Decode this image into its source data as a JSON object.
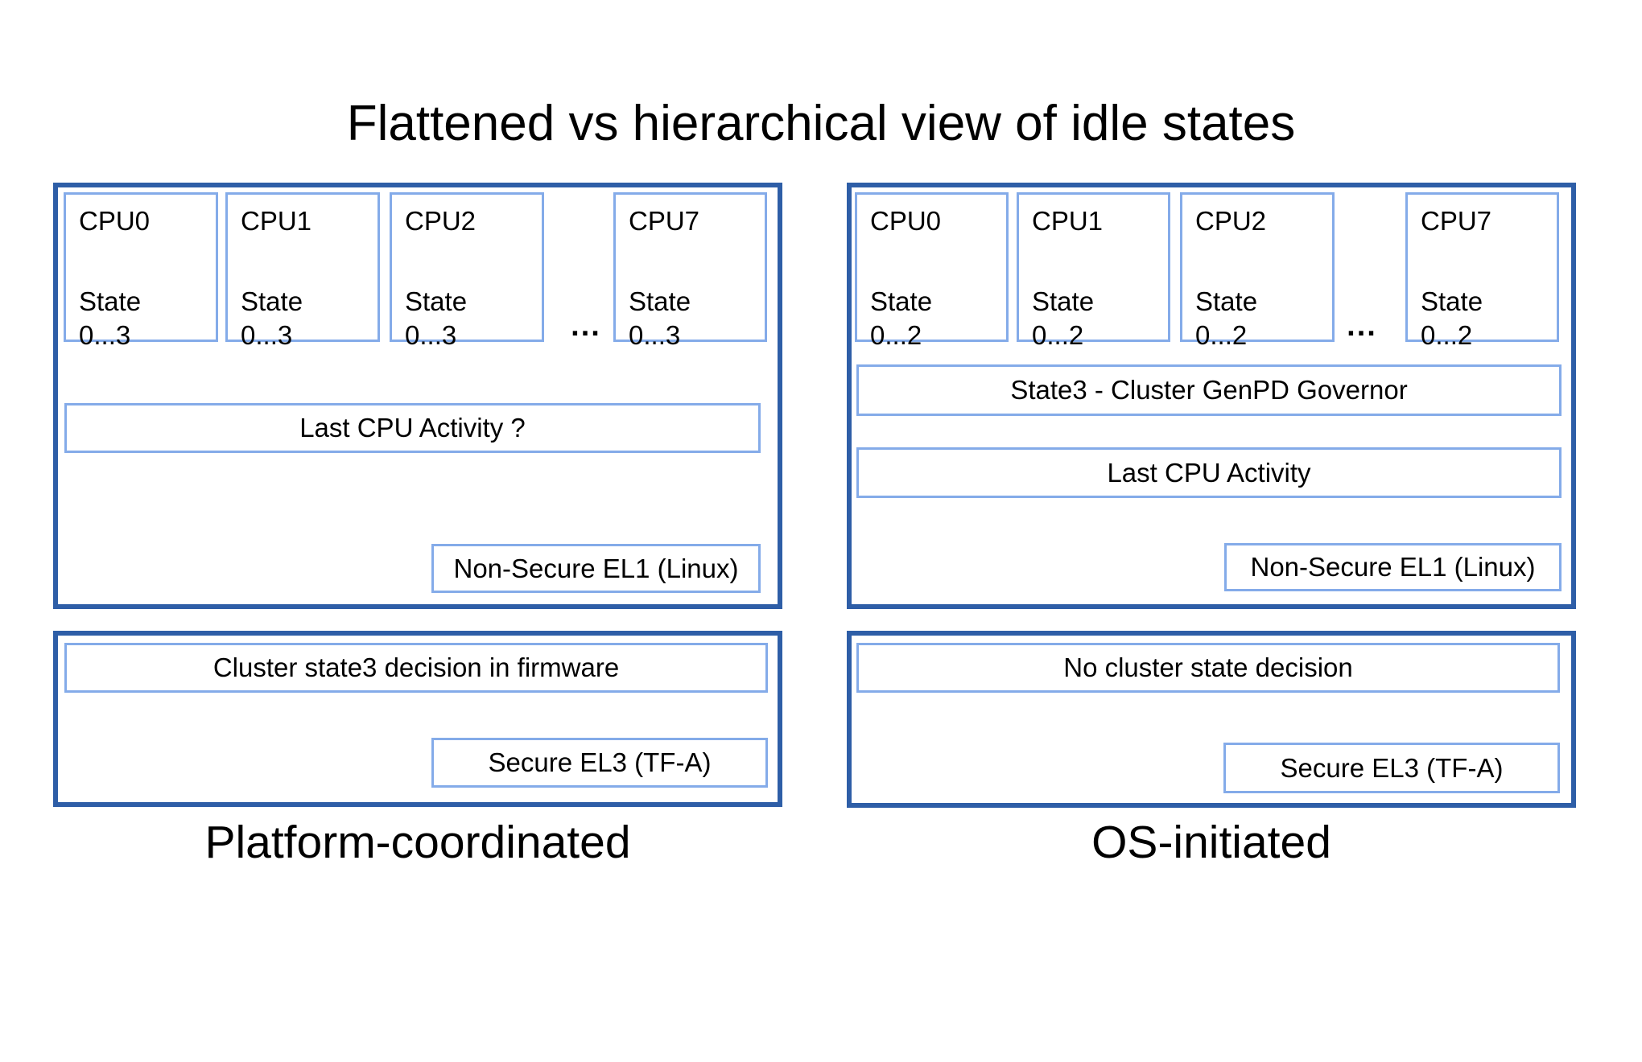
{
  "title": "Flattened vs hierarchical view of idle states",
  "colors": {
    "panel_border": "#2e5ea7",
    "box_border": "#84abe9",
    "text": "#000000",
    "background": "#ffffff"
  },
  "panels": {
    "left": {
      "caption": "Platform-coordinated",
      "ellipsis": "...",
      "cpus": [
        {
          "label": "CPU0",
          "state_line1": "State",
          "state_line2": "0...3"
        },
        {
          "label": "CPU1",
          "state_line1": "State",
          "state_line2": "0...3"
        },
        {
          "label": "CPU2",
          "state_line1": "State",
          "state_line2": "0...3"
        },
        {
          "label": "CPU7",
          "state_line1": "State",
          "state_line2": "0...3"
        }
      ],
      "activity_label": "Last CPU Activity ?",
      "el1_label": "Non-Secure EL1 (Linux)",
      "firmware_decision_label": "Cluster state3 decision in firmware",
      "el3_label": "Secure EL3 (TF-A)"
    },
    "right": {
      "caption": "OS-initiated",
      "ellipsis": "...",
      "cpus": [
        {
          "label": "CPU0",
          "state_line1": "State",
          "state_line2": "0...2"
        },
        {
          "label": "CPU1",
          "state_line1": "State",
          "state_line2": "0...2"
        },
        {
          "label": "CPU2",
          "state_line1": "State",
          "state_line2": "0...2"
        },
        {
          "label": "CPU7",
          "state_line1": "State",
          "state_line2": "0...2"
        }
      ],
      "governor_label": "State3 - Cluster GenPD Governor",
      "activity_label": "Last CPU Activity",
      "el1_label": "Non-Secure EL1 (Linux)",
      "decision_label": "No cluster state decision",
      "el3_label": "Secure EL3 (TF-A)"
    }
  }
}
